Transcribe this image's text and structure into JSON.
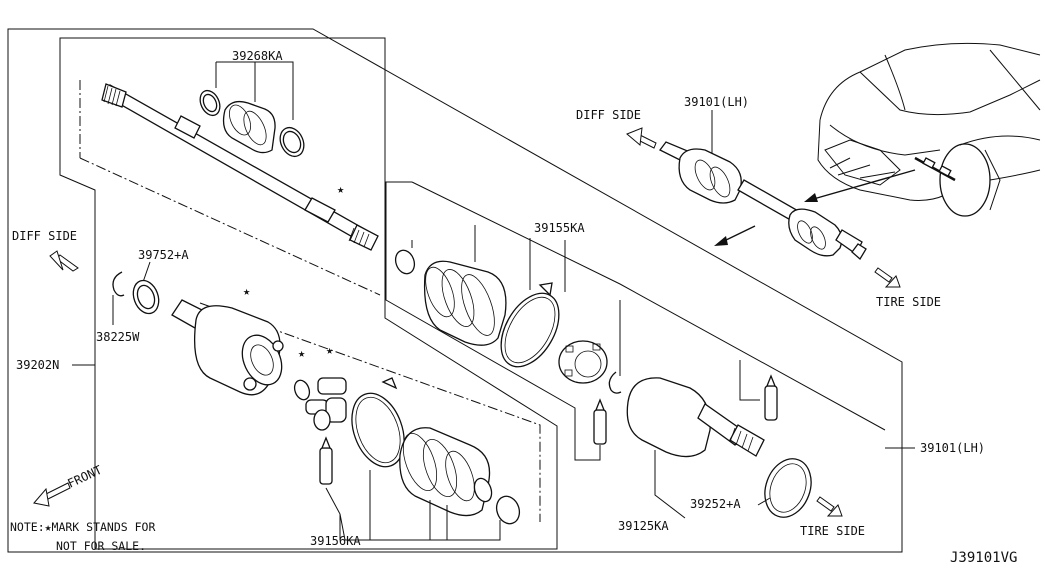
{
  "diagram_code": "J39101VG",
  "note": {
    "line1": "NOTE:★MARK STANDS FOR",
    "line2": "NOT FOR SALE."
  },
  "directions": {
    "diff_side_left": "DIFF SIDE",
    "diff_side_right": "DIFF SIDE",
    "tire_side_top": "TIRE SIDE",
    "tire_side_bottom": "TIRE SIDE",
    "front": "FRONT"
  },
  "parts": {
    "p39268KA": "39268KA",
    "p39752A": "39752+A",
    "p38225W": "38225W",
    "p39202N": "39202N",
    "p39155KA": "39155KA",
    "p39101LH_top": "39101(LH)",
    "p39101LH_right": "39101(LH)",
    "p39125KA": "39125KA",
    "p39252A": "39252+A",
    "p39156KA": "39156KA"
  },
  "star_mark": "★"
}
